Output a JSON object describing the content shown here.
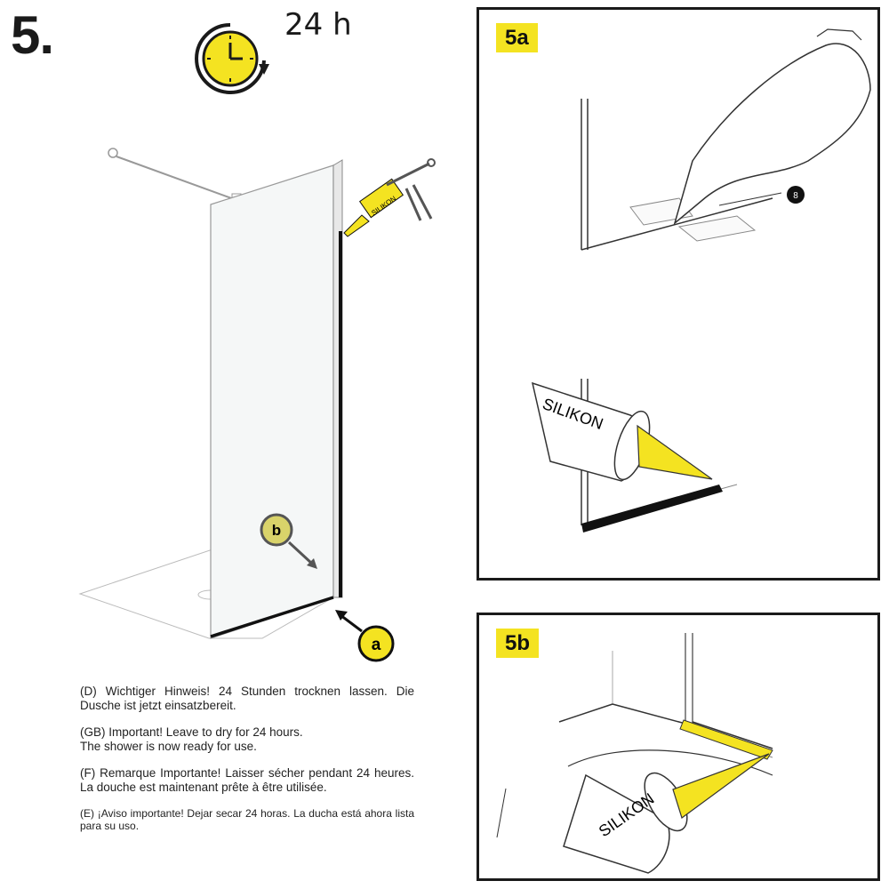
{
  "step": {
    "number": "5."
  },
  "timer": {
    "duration": "24 h",
    "icon": "clock-icon"
  },
  "callouts": {
    "a": "a",
    "b": "b",
    "part_number": "8"
  },
  "tube": {
    "label_5a": "SILIKON",
    "label_5b": "SILIKON",
    "label_gun": "SILIKON"
  },
  "panels": {
    "panel_5a": {
      "label": "5a"
    },
    "panel_5b": {
      "label": "5b"
    }
  },
  "notes": [
    {
      "lang": "D",
      "text": "(D) Wichtiger Hinweis! 24 Stunden trocknen lassen. Die Dusche ist jetzt einsatzbereit."
    },
    {
      "lang": "GB",
      "line1": "(GB) Important! Leave to dry for 24 hours.",
      "line2": "The shower is now ready for use."
    },
    {
      "lang": "F",
      "text": "(F) Remarque Importante! Laisser sécher pendant 24 heures. La douche est maintenant prête à être utilisée."
    },
    {
      "lang": "E",
      "text": "(E) ¡Aviso importante! Dejar secar 24 horas. La ducha está ahora lista para su uso."
    }
  ],
  "colors": {
    "accent_yellow": "#f4e321",
    "callout_olive": "#d9d36a",
    "ink": "#1a1a1a"
  }
}
